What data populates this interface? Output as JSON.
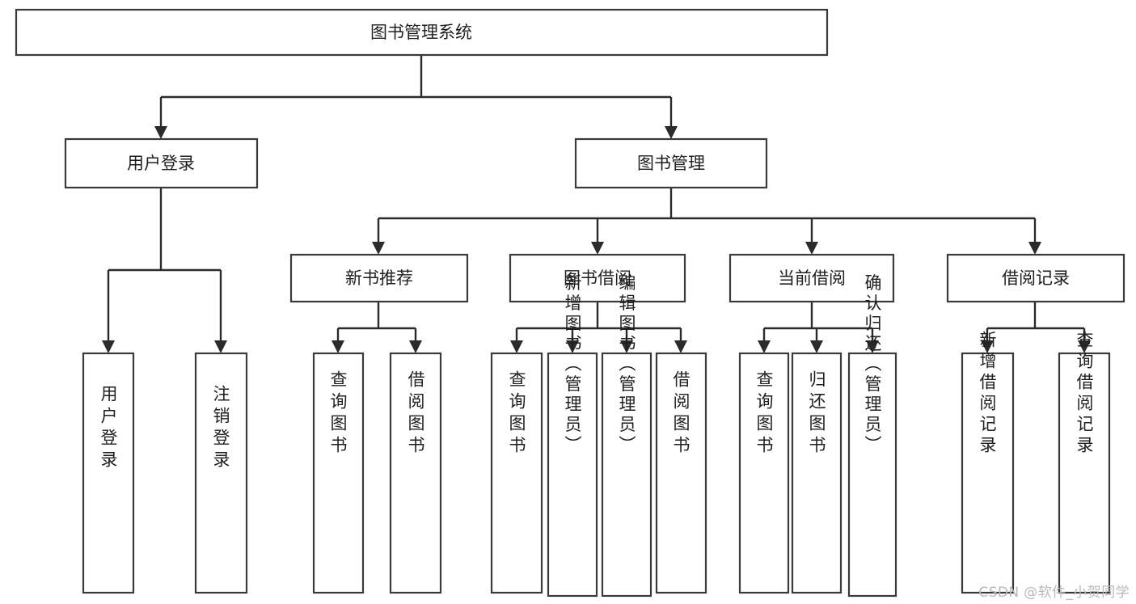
{
  "diagram": {
    "type": "tree",
    "orientation": "top-down",
    "title": "图书管理系统",
    "watermark": "CSDN @软件_小贺同学",
    "colors": {
      "background": "#ffffff",
      "box_stroke": "#3a3a3a",
      "connector": "#2b2b2b",
      "text": "#1f1f1f",
      "watermark": "#b9b9b9"
    },
    "levels": {
      "root": {
        "label": "图书管理系统"
      },
      "level2": [
        {
          "label": "用户登录"
        },
        {
          "label": "图书管理"
        }
      ],
      "level3": [
        {
          "label": "新书推荐",
          "parent": "图书管理"
        },
        {
          "label": "图书借阅",
          "parent": "图书管理"
        },
        {
          "label": "当前借阅",
          "parent": "图书管理"
        },
        {
          "label": "借阅记录",
          "parent": "图书管理"
        }
      ],
      "leaves": [
        {
          "label": "用户登录",
          "parent": "用户登录",
          "orientation": "vertical"
        },
        {
          "label": "注销登录",
          "parent": "用户登录",
          "orientation": "vertical"
        },
        {
          "label": "查询图书",
          "parent": "新书推荐",
          "orientation": "vertical"
        },
        {
          "label": "借阅图书",
          "parent": "新书推荐",
          "orientation": "vertical"
        },
        {
          "label": "查询图书",
          "parent": "图书借阅",
          "orientation": "vertical"
        },
        {
          "label": "新增图书（管理员）",
          "parent": "图书借阅",
          "orientation": "vertical"
        },
        {
          "label": "编辑图书（管理员）",
          "parent": "图书借阅",
          "orientation": "vertical"
        },
        {
          "label": "借阅图书",
          "parent": "图书借阅",
          "orientation": "vertical"
        },
        {
          "label": "查询图书",
          "parent": "当前借阅",
          "orientation": "vertical"
        },
        {
          "label": "归还图书",
          "parent": "当前借阅",
          "orientation": "vertical"
        },
        {
          "label": "确认归还（管理员）",
          "parent": "当前借阅",
          "orientation": "vertical"
        },
        {
          "label": "新增借阅记录",
          "parent": "借阅记录",
          "orientation": "vertical"
        },
        {
          "label": "查询借阅记录",
          "parent": "借阅记录",
          "orientation": "vertical"
        }
      ]
    },
    "nodes": {
      "root": "图书管理系统",
      "user_login": "用户登录",
      "book_manage": "图书管理",
      "new_book_rec": "新书推荐",
      "book_borrow": "图书借阅",
      "current_borrow": "当前借阅",
      "borrow_record": "借阅记录",
      "leaf_user_login": "用户登录",
      "leaf_logout": "注销登录",
      "leaf_query_book_1": "查询图书",
      "leaf_borrow_book_1": "借阅图书",
      "leaf_query_book_2": "查询图书",
      "leaf_add_book": "新增图书（管理员）",
      "leaf_edit_book": "编辑图书（管理员）",
      "leaf_borrow_book_2": "借阅图书",
      "leaf_query_book_3": "查询图书",
      "leaf_return_book": "归还图书",
      "leaf_confirm_return": "确认归还（管理员）",
      "leaf_add_record": "新增借阅记录",
      "leaf_query_record": "查询借阅记录"
    }
  }
}
